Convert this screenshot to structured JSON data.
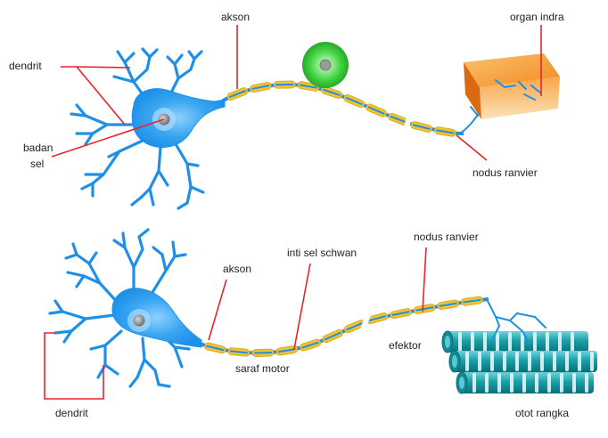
{
  "labels": {
    "top": {
      "dendrit": "dendrit",
      "badan_line1": "badan",
      "badan_line2": "sel",
      "akson": "akson",
      "organ_indra": "organ indra",
      "nodus_ranvier": "nodus ranvier"
    },
    "bottom": {
      "akson": "akson",
      "inti_sel_schwan": "inti sel schwan",
      "nodus_ranvier": "nodus ranvier",
      "efektor": "efektor",
      "saraf_motor": "saraf motor",
      "dendrit": "dendrit",
      "otot_rangka": "otot rangka"
    }
  },
  "colors": {
    "neuron": "#1e90e8",
    "neuron_dark": "#1478c8",
    "myelin": "#f2c230",
    "myelin_edge": "#d9a316",
    "leader_line": "#e8242c",
    "nucleus": "#8a8a8a",
    "organ_top": "#f29a2e",
    "organ_side": "#d96a10",
    "muscle": "#1aa0a8",
    "muscle_band": "#e6f5f7",
    "stimulus": "#3ccf3c"
  }
}
